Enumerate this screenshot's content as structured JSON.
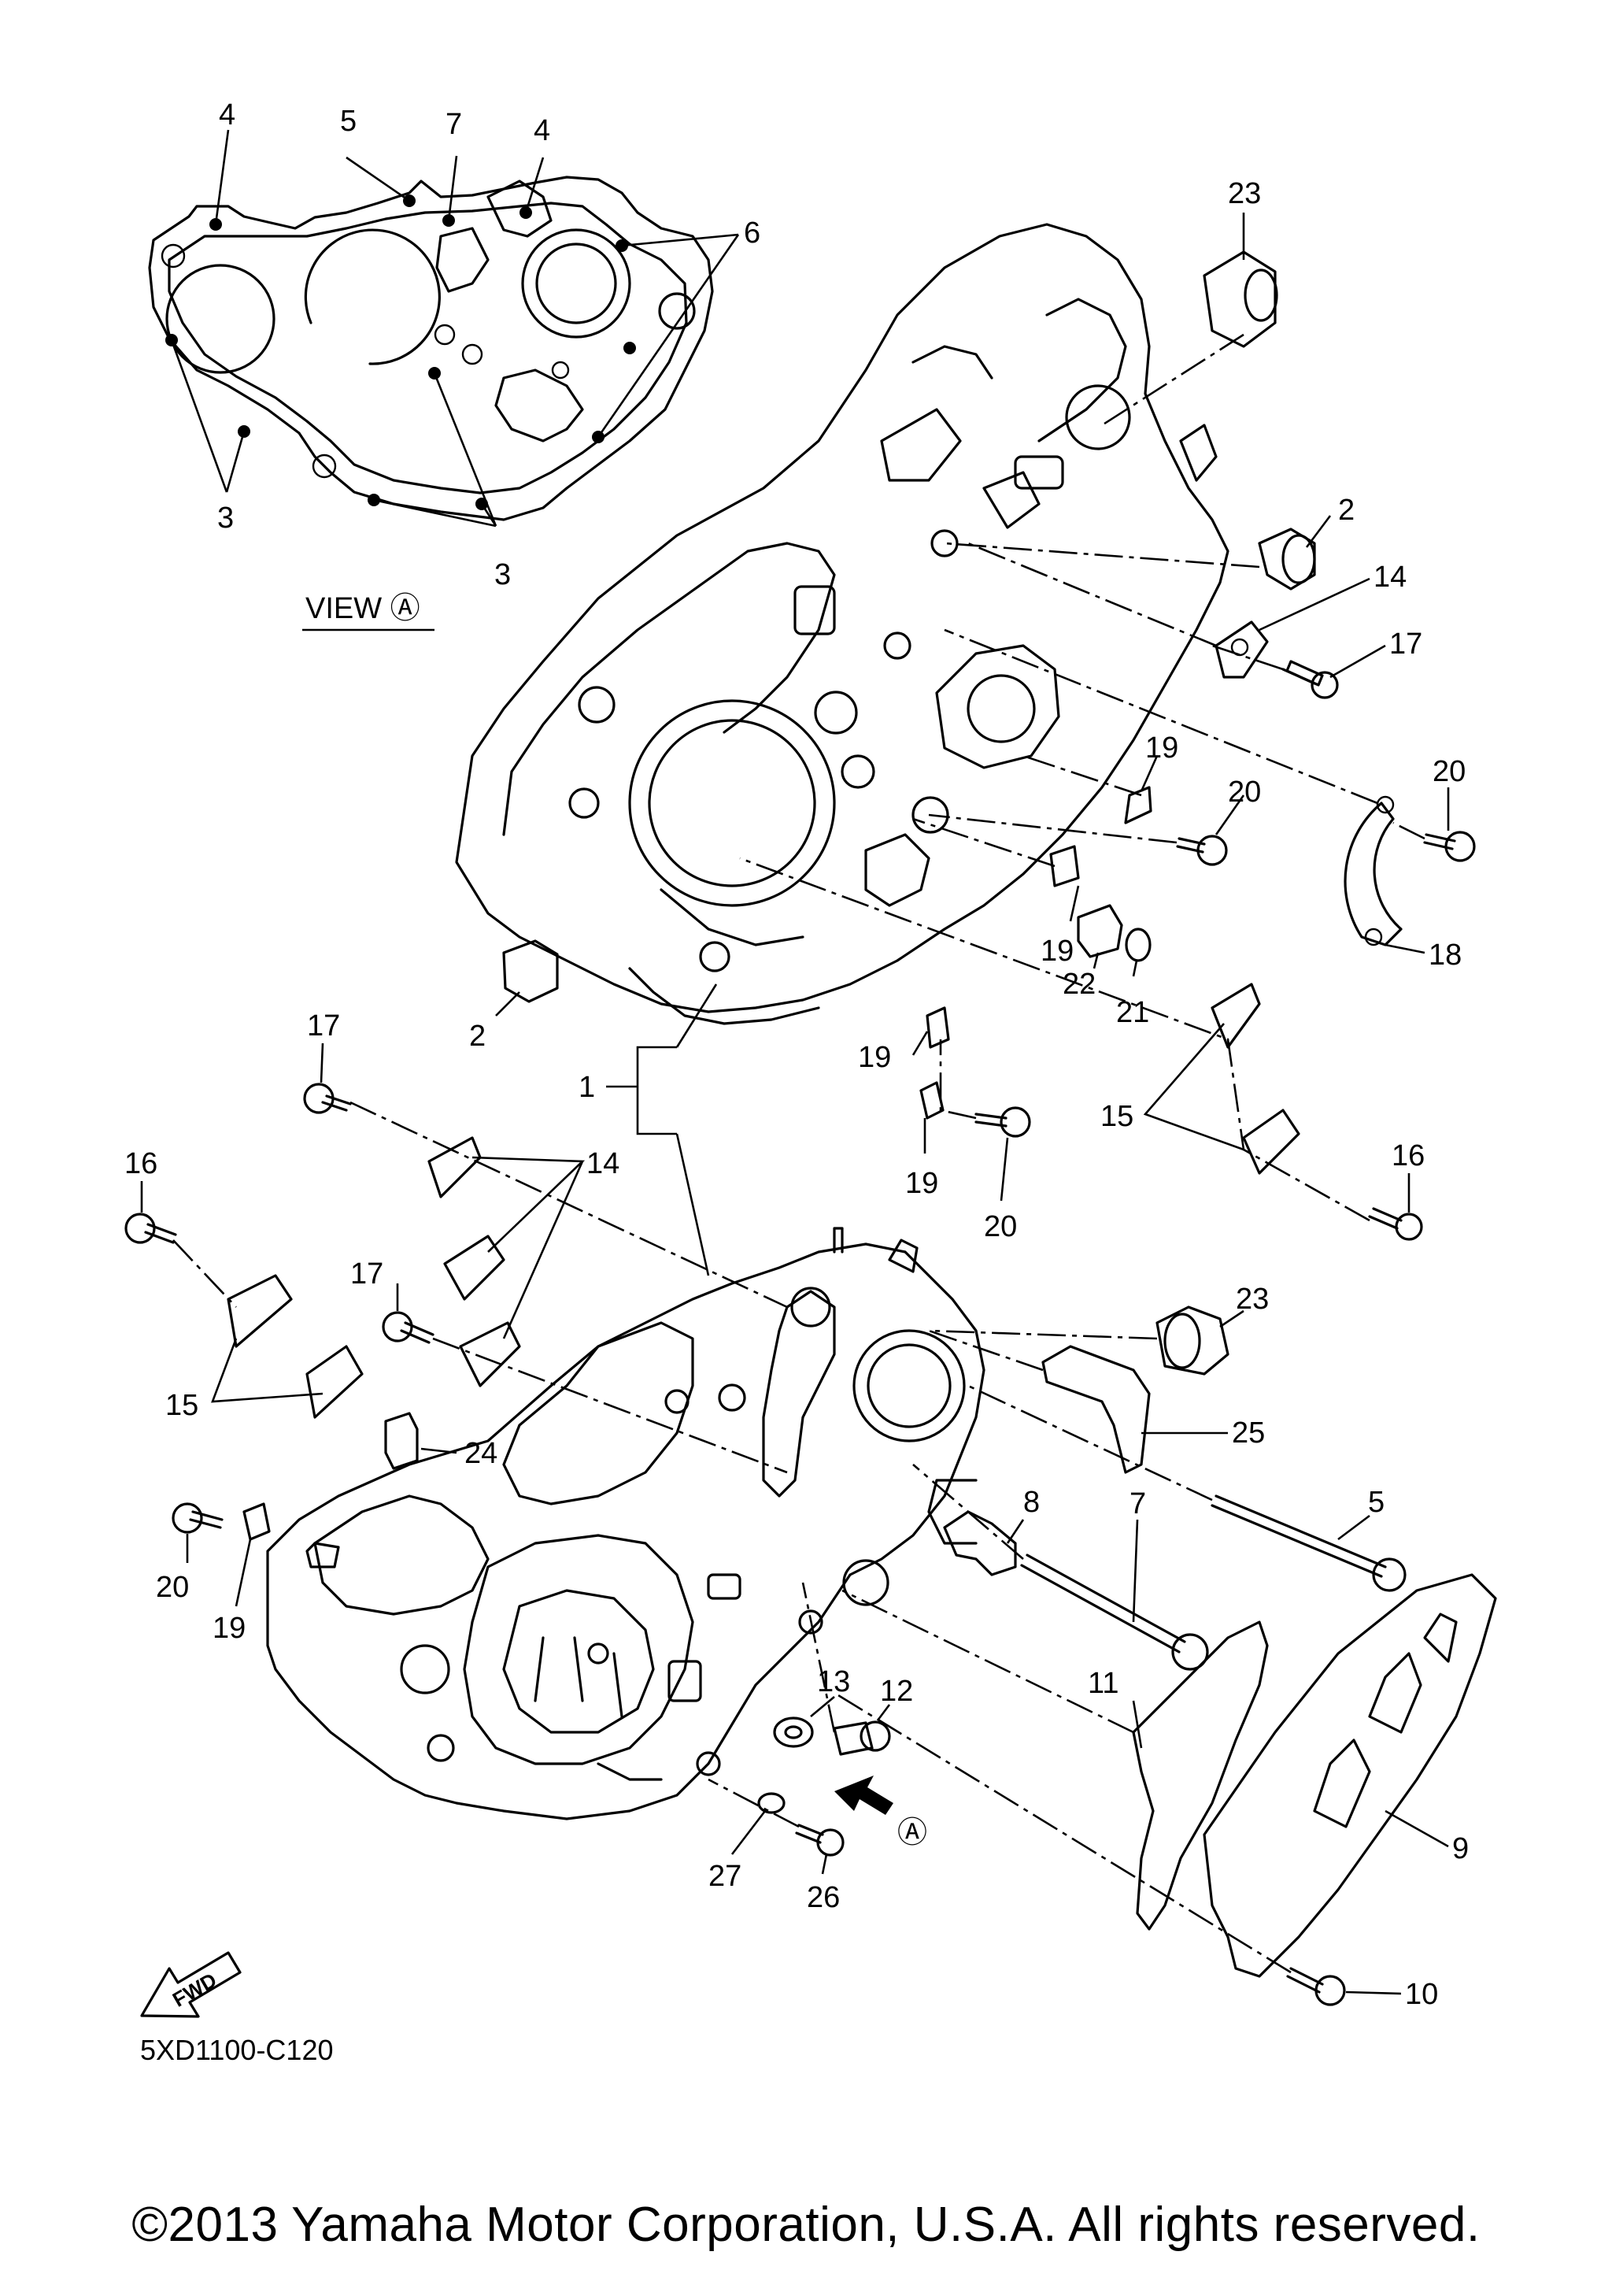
{
  "view_label": "VIEW Ⓐ",
  "arrow_label": "Ⓐ",
  "fwd_label": "FWD",
  "diagram_code": "5XD1100-C120",
  "copyright": "©2013 Yamaha Motor Corporation, U.S.A. All rights reserved.",
  "callouts": {
    "c1": "1",
    "c2a": "2",
    "c2b": "2",
    "c3a": "3",
    "c3b": "3",
    "c4a": "4",
    "c4b": "4",
    "c5a": "5",
    "c5b": "5",
    "c6": "6",
    "c7a": "7",
    "c7b": "7",
    "c8": "8",
    "c9": "9",
    "c10": "10",
    "c11": "11",
    "c12": "12",
    "c13": "13",
    "c14a": "14",
    "c14b": "14",
    "c15a": "15",
    "c15b": "15",
    "c16a": "16",
    "c16b": "16",
    "c17a": "17",
    "c17b": "17",
    "c17c": "17",
    "c18": "18",
    "c19a": "19",
    "c19b": "19",
    "c19c": "19",
    "c19d": "19",
    "c19e": "19",
    "c20a": "20",
    "c20b": "20",
    "c20c": "20",
    "c20d": "20",
    "c21": "21",
    "c22": "22",
    "c23a": "23",
    "c23b": "23",
    "c24": "24",
    "c25": "25",
    "c26": "26",
    "c27": "27"
  }
}
